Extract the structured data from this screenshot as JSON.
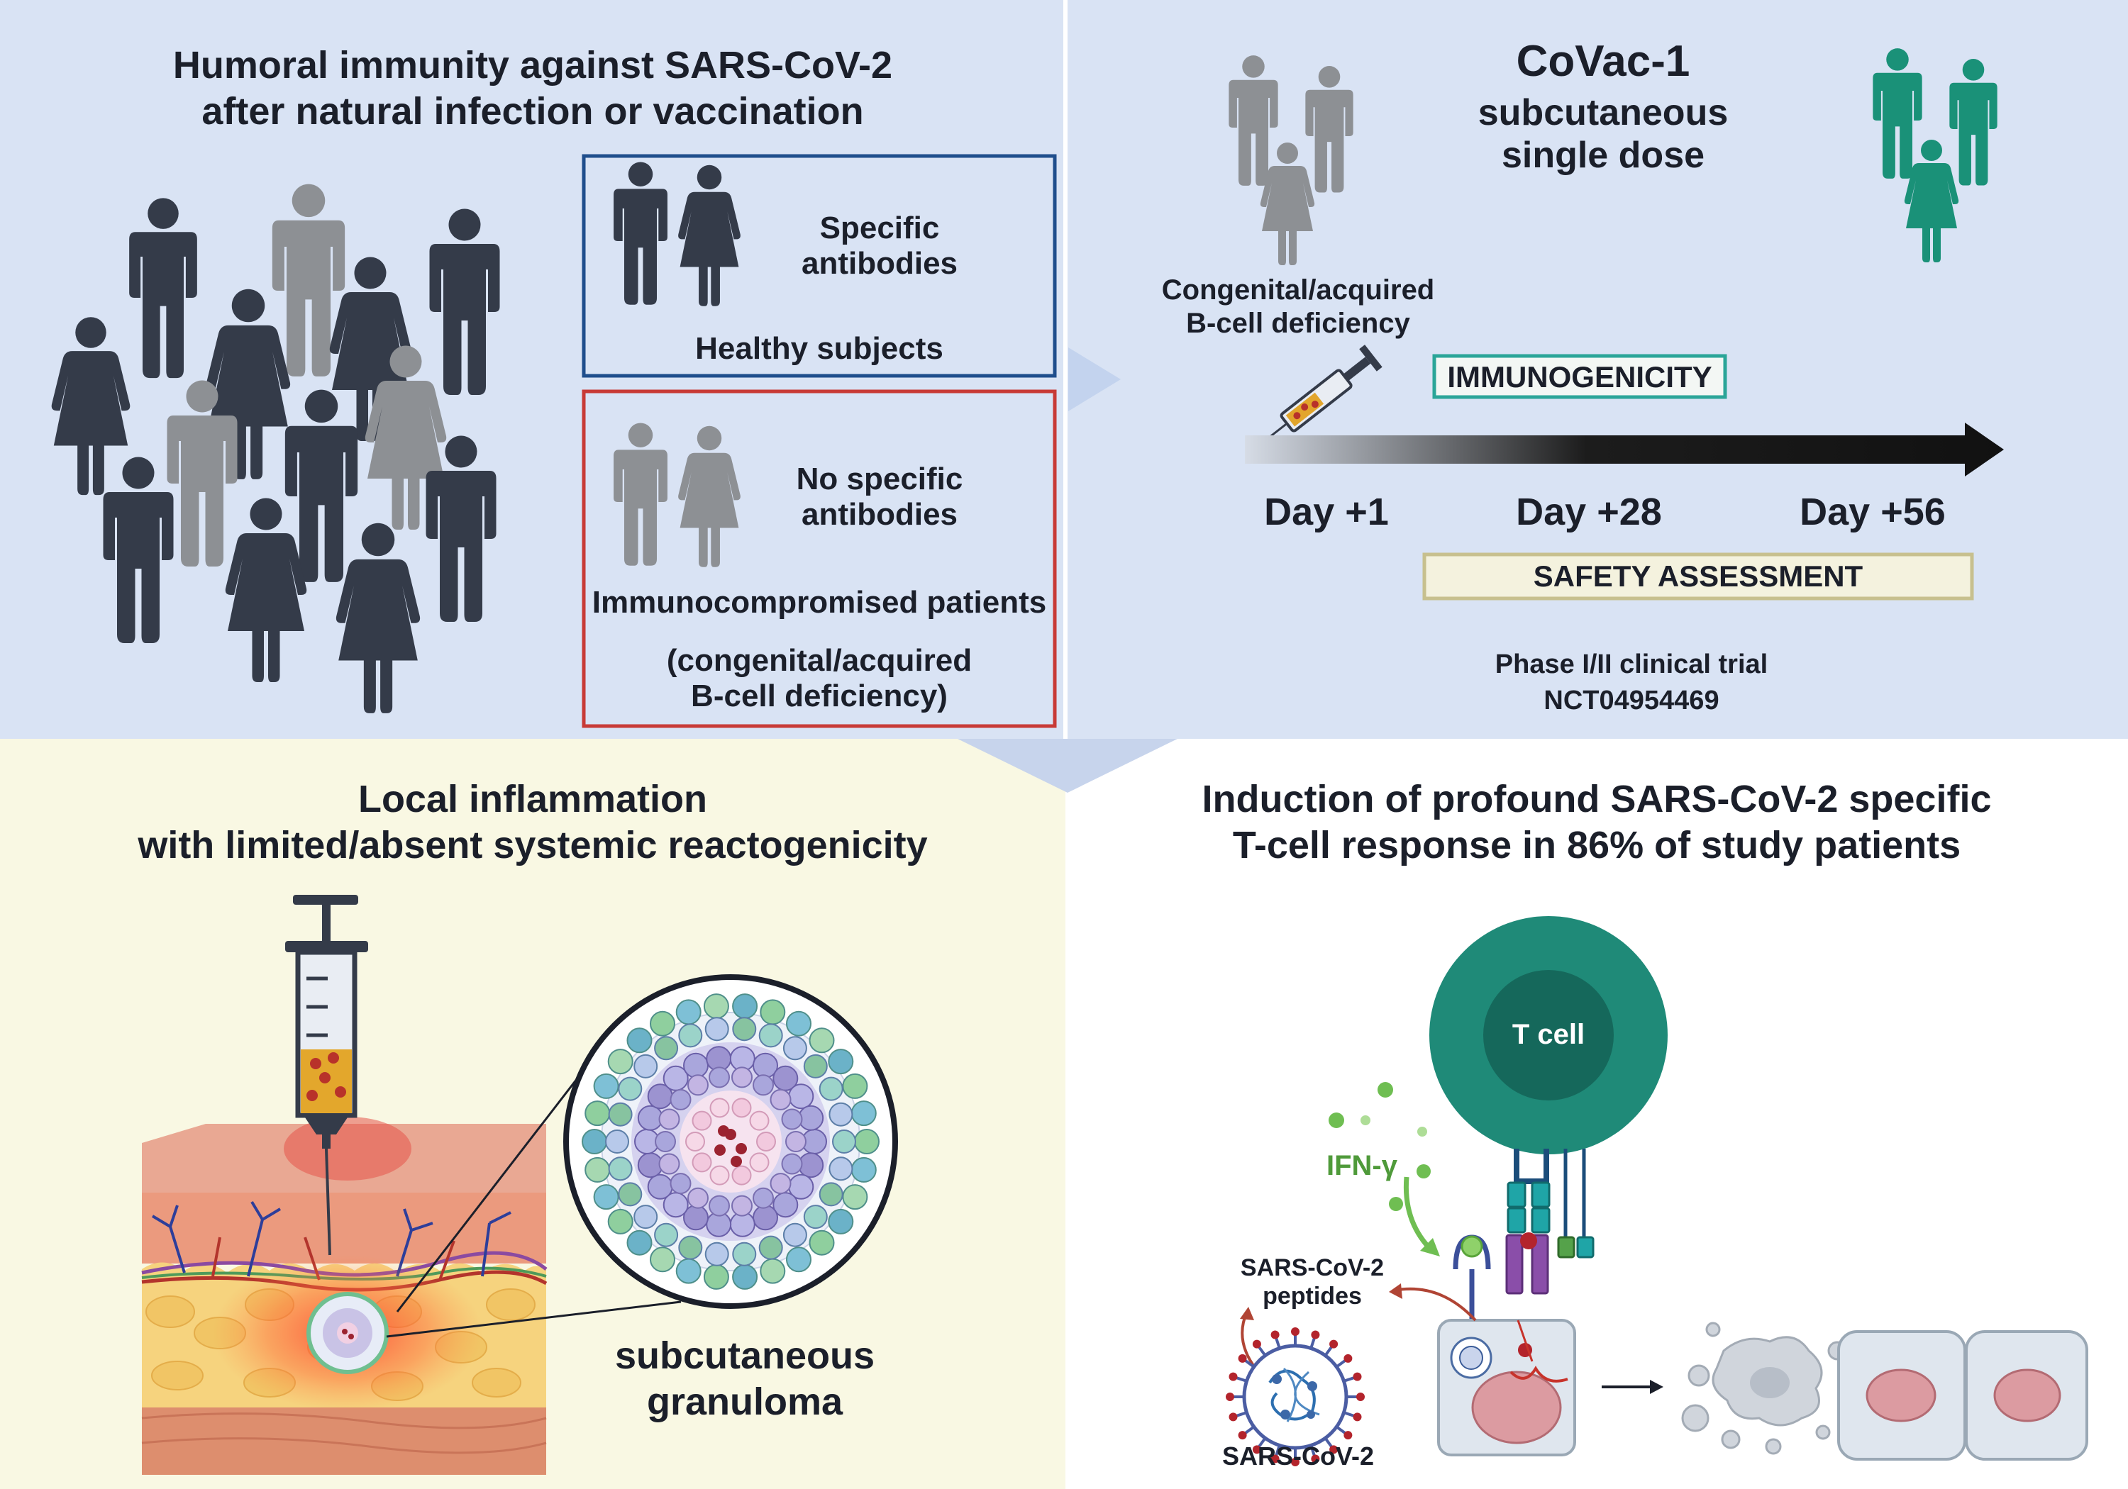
{
  "colors": {
    "panel_blue": "#d9e3f4",
    "panel_cream": "#f9f8e3",
    "person_dark": "#343b49",
    "person_gray": "#8d9094",
    "teal": "#1a9178",
    "box_blue": "#1f4e8c",
    "box_red": "#c83a36"
  },
  "panel_a": {
    "title_line1": "Humoral immunity against SARS-CoV-2",
    "title_line2": "after natural infection or vaccination",
    "box_healthy": {
      "antibody_line1": "Specific",
      "antibody_line2": "antibodies",
      "label": "Healthy subjects"
    },
    "box_immuno": {
      "antibody_line1": "No specific",
      "antibody_line2": "antibodies",
      "label": "Immunocompromised patients",
      "detail_line1": "(congenital/acquired",
      "detail_line2": "B-cell deficiency)"
    }
  },
  "panel_b": {
    "title_line1": "CoVac-1",
    "title_line2": "subcutaneous",
    "title_line3": "single dose",
    "group_line1": "Congenital/acquired",
    "group_line2": "B-cell deficiency",
    "immunogenicity_label": "IMMUNOGENICITY",
    "timeline_days": [
      "Day +1",
      "Day +28",
      "Day +56"
    ],
    "safety_label": "SAFETY ASSESSMENT",
    "trial_line1": "Phase I/II clinical trial",
    "trial_line2": "NCT04954469"
  },
  "panel_c": {
    "title_line1": "Local inflammation",
    "title_line2": "with limited/absent systemic reactogenicity",
    "granuloma_line1": "subcutaneous",
    "granuloma_line2": "granuloma"
  },
  "panel_d": {
    "title_line1": "Induction of profound SARS-CoV-2 specific",
    "title_line2": "T-cell response in 86% of study patients",
    "tcell_label": "T cell",
    "ifn_label": "IFN-γ",
    "peptides_line1": "SARS-CoV-2",
    "peptides_line2": "peptides",
    "virus_label": "SARS-CoV-2"
  }
}
